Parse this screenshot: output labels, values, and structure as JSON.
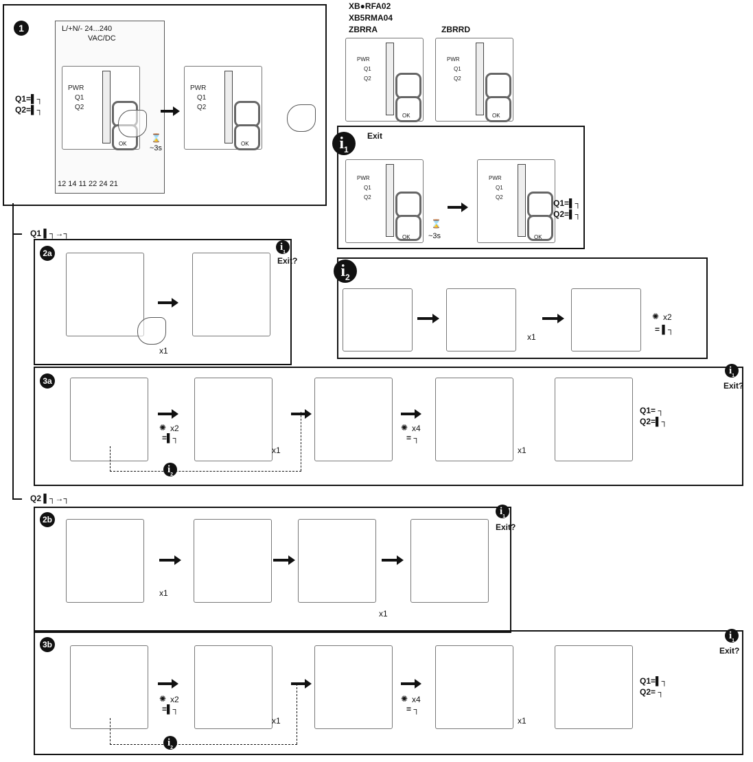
{
  "header": {
    "models_left": [
      "XB●RFA02",
      "XB5RMA04",
      "ZBRRA"
    ],
    "model_right": "ZBRRD"
  },
  "step1": {
    "badge": "1",
    "terminal_top": "L/+N/- 24...240",
    "terminal_top2": "VAC/DC",
    "terminal_bottom": "12 14 11 22 24 21",
    "q1_label": "Q1=▌┐",
    "q2_label": "Q2=▌┐",
    "hold_time": "~3s"
  },
  "panel_labels": {
    "pwr": "PWR",
    "q1": "Q1",
    "q2": "Q2",
    "ok": "OK"
  },
  "info1": {
    "badge": "i",
    "badge_sub": "1",
    "title": "Exit",
    "hold_time": "~3s",
    "q1_result": "Q1=▌┐",
    "q2_result": "Q2=▌┐"
  },
  "info2": {
    "badge": "i",
    "badge_sub": "2",
    "press_count": "x1",
    "blink_count": "x2",
    "result": "= ▌┐"
  },
  "branch_q1": {
    "label": "Q1 ▌┐→┐"
  },
  "branch_q2": {
    "label": "Q2 ▌┐→┐"
  },
  "step2a": {
    "badge": "2a",
    "press_count": "x1",
    "exit_label": "Exit?"
  },
  "step3a": {
    "badge": "3a",
    "blink1": "x2",
    "blink1_result": "=▌┐",
    "press1": "x1",
    "blink2": "x4",
    "blink2_result": "= ┐",
    "press2": "x1",
    "q1_result": "Q1= ┐",
    "q2_result": "Q2=▌┐",
    "exit_label": "Exit?"
  },
  "step2b": {
    "badge": "2b",
    "press1": "x1",
    "press2": "x1",
    "exit_label": "Exit?"
  },
  "step3b": {
    "badge": "3b",
    "blink1": "x2",
    "blink1_result": "=▌┐",
    "press1": "x1",
    "blink2": "x4",
    "blink2_result": "= ┐",
    "press2": "x1",
    "q1_result": "Q1=▌┐",
    "q2_result": "Q2= ┐",
    "exit_label": "Exit?"
  }
}
